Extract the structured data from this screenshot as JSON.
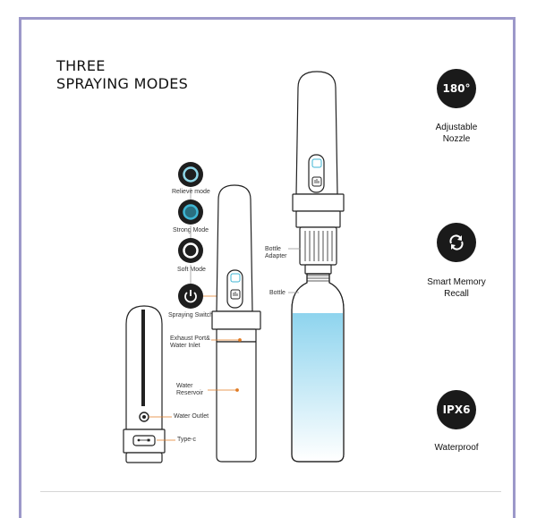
{
  "title": {
    "line1": "THREE",
    "line2": "SPRAYING MODES"
  },
  "features": [
    {
      "icon": "180°",
      "label_line1": "Adjustable",
      "label_line2": "Nozzle"
    },
    {
      "icon": "refresh-icon",
      "label_line1": "Smart Memory",
      "label_line2": "Recall"
    },
    {
      "icon": "IPX6",
      "label_line1": "Waterproof"
    }
  ],
  "modes": [
    {
      "label": "Relieve mode",
      "ring_color": "#8fd7e8"
    },
    {
      "label": "Strong Mode",
      "ring_color": "#3fb6d4"
    },
    {
      "label": "Soft Mode",
      "ring_color": "#ffffff"
    }
  ],
  "callouts": {
    "spraying_switch": "Spraying Switch",
    "exhaust_line1": "Exhaust Port&",
    "exhaust_line2": "Water Inlet",
    "reservoir_line1": "Water",
    "reservoir_line2": "Reservoir",
    "water_outlet": "Water Outlet",
    "type_c": "Type-c",
    "bottle_adapter_line1": "Bottle",
    "bottle_adapter_line2": "Adapter",
    "bottle": "Bottle"
  },
  "colors": {
    "accent_orange": "#e07b24",
    "frame": "#9c98c9",
    "water": "#9ed8ee",
    "icon_bg": "#1a1a1a"
  }
}
